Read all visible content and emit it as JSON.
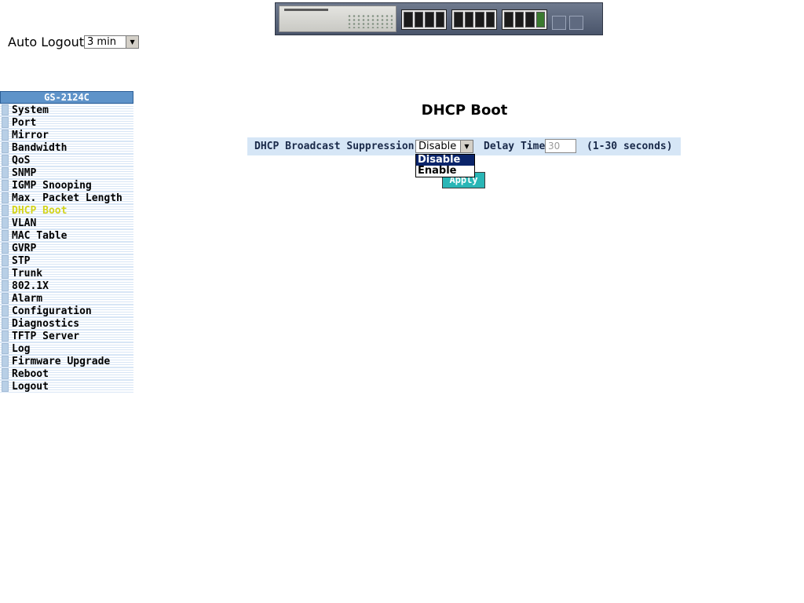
{
  "header": {
    "auto_logout_label": "Auto Logout",
    "auto_logout_value": "3 min"
  },
  "sidebar": {
    "title": "GS-2124C",
    "active_index": 8,
    "active_color": "#d4d41c",
    "items": [
      {
        "label": "System"
      },
      {
        "label": "Port"
      },
      {
        "label": "Mirror"
      },
      {
        "label": "Bandwidth"
      },
      {
        "label": "QoS"
      },
      {
        "label": "SNMP"
      },
      {
        "label": "IGMP Snooping"
      },
      {
        "label": "Max. Packet Length"
      },
      {
        "label": "DHCP Boot"
      },
      {
        "label": "VLAN"
      },
      {
        "label": "MAC Table"
      },
      {
        "label": "GVRP"
      },
      {
        "label": "STP"
      },
      {
        "label": "Trunk"
      },
      {
        "label": "802.1X"
      },
      {
        "label": "Alarm"
      },
      {
        "label": "Configuration"
      },
      {
        "label": "Diagnostics"
      },
      {
        "label": "TFTP Server"
      },
      {
        "label": "Log"
      },
      {
        "label": "Firmware Upgrade"
      },
      {
        "label": "Reboot"
      },
      {
        "label": "Logout"
      }
    ]
  },
  "main": {
    "title": "DHCP Boot",
    "suppression_label": "DHCP Broadcast Suppression",
    "suppression_value": "Disable",
    "suppression_options": [
      "Disable",
      "Enable"
    ],
    "delay_label": "Delay Time",
    "delay_value": "30",
    "delay_hint": "(1-30 seconds)",
    "apply_label": "Apply"
  },
  "colors": {
    "sidebar_header": "#5e93c9",
    "form_row_bg": "#d6e6f6",
    "apply_button": "#2ab6b6",
    "dropdown_selected": "#0a246a"
  }
}
